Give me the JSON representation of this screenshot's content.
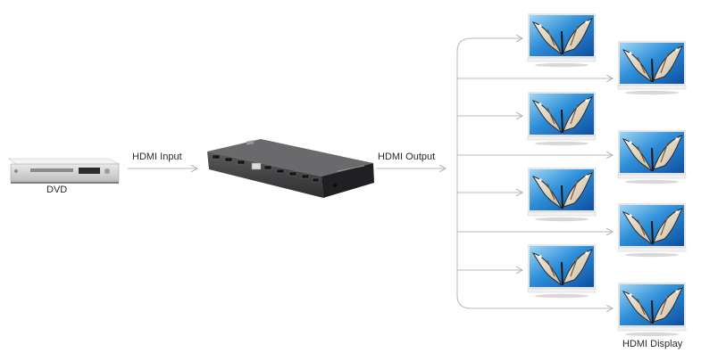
{
  "labels": {
    "dvd": "DVD",
    "hdmi_input": "HDMI Input",
    "hdmi_output": "HDMI Output",
    "hdmi_display": "HDMI Display"
  },
  "colors": {
    "line": "#b8b8b8",
    "device_body": "#3b3b3d",
    "dvd_body": "#d7d7d5",
    "screen_blue": "#1f7fd0"
  },
  "displays": [
    {
      "id": 1,
      "column": "left"
    },
    {
      "id": 2,
      "column": "right"
    },
    {
      "id": 3,
      "column": "left"
    },
    {
      "id": 4,
      "column": "right"
    },
    {
      "id": 5,
      "column": "left"
    },
    {
      "id": 6,
      "column": "right"
    },
    {
      "id": 7,
      "column": "left"
    },
    {
      "id": 8,
      "column": "right"
    }
  ]
}
